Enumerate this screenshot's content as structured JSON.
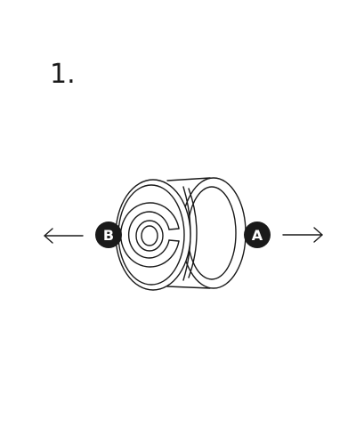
{
  "step": {
    "number": "1."
  },
  "labels": {
    "left": "B",
    "right": "A"
  },
  "colors": {
    "ink": "#1a1a1a",
    "background": "#ffffff"
  },
  "icons": {
    "left_arrow": "arrow-left-icon",
    "right_arrow": "arrow-right-icon",
    "part": "spool-roller-part"
  }
}
